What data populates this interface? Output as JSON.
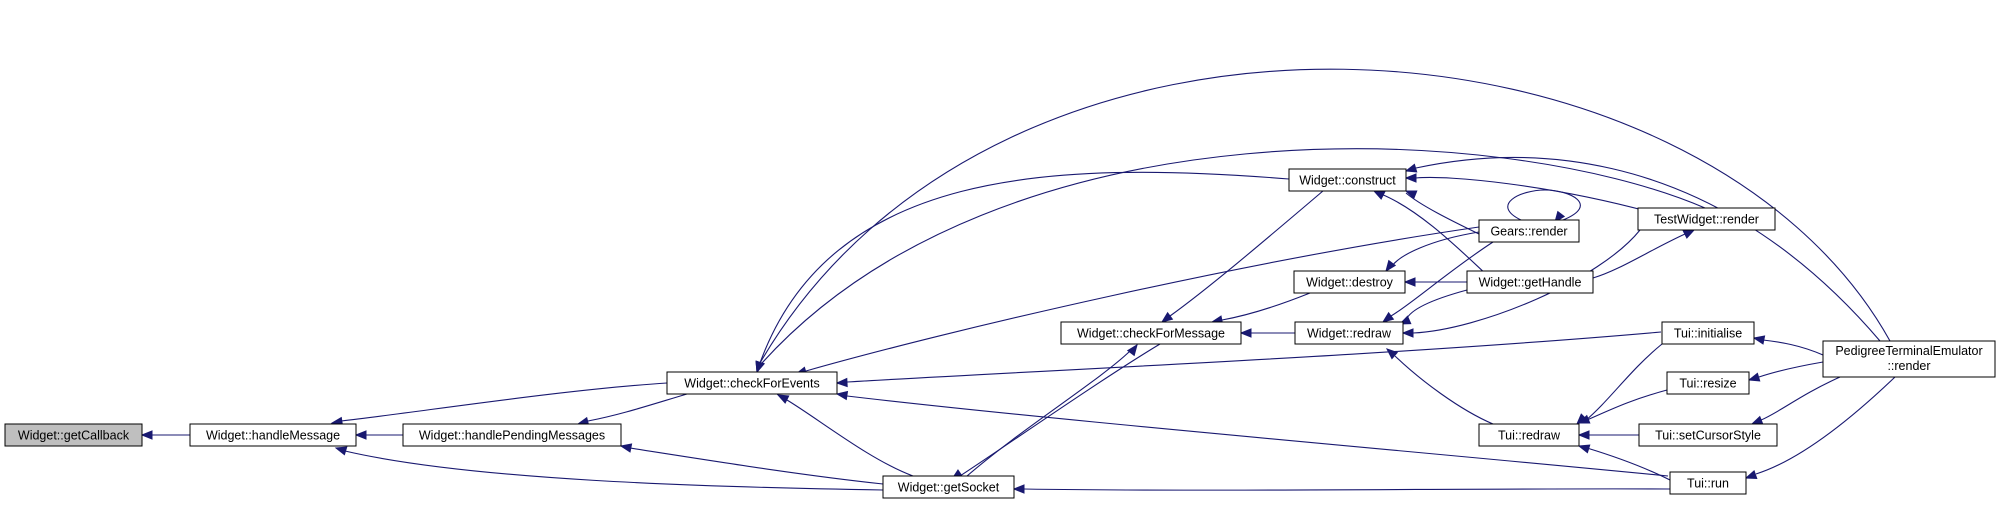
{
  "graph": {
    "colors": {
      "edge": "#191970",
      "root_fill": "#bfbfbf",
      "node_fill": "#ffffff",
      "node_border": "#000000"
    },
    "nodes": {
      "getCallback": {
        "label": "Widget::getCallback",
        "root": true
      },
      "handleMessage": {
        "label": "Widget::handleMessage"
      },
      "handlePendingMessages": {
        "label": "Widget::handlePendingMessages"
      },
      "checkForEvents": {
        "label": "Widget::checkForEvents"
      },
      "getSocket": {
        "label": "Widget::getSocket"
      },
      "checkForMessage": {
        "label": "Widget::checkForMessage"
      },
      "construct": {
        "label": "Widget::construct"
      },
      "destroy": {
        "label": "Widget::destroy"
      },
      "redraw": {
        "label": "Widget::redraw"
      },
      "gearsRender": {
        "label": "Gears::render"
      },
      "getHandle": {
        "label": "Widget::getHandle"
      },
      "testWidgetRender": {
        "label": "TestWidget::render"
      },
      "tuiInitialise": {
        "label": "Tui::initialise"
      },
      "tuiResize": {
        "label": "Tui::resize"
      },
      "tuiRedraw": {
        "label": "Tui::redraw"
      },
      "tuiSetCursorStyle": {
        "label": "Tui::setCursorStyle"
      },
      "tuiRun": {
        "label": "Tui::run"
      },
      "pedigreeRender": {
        "label": "PedigreeTerminalEmulator",
        "label2": "::render"
      }
    }
  }
}
